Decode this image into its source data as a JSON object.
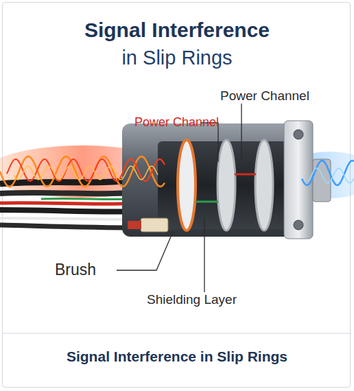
{
  "diagram": {
    "title": "Signal Interference in Slip Rings",
    "caption": "Signal Interference in Slip Rings",
    "labels": [
      "Power Channel",
      "Power Channel",
      "Brush",
      "Shielding Layer"
    ]
  }
}
